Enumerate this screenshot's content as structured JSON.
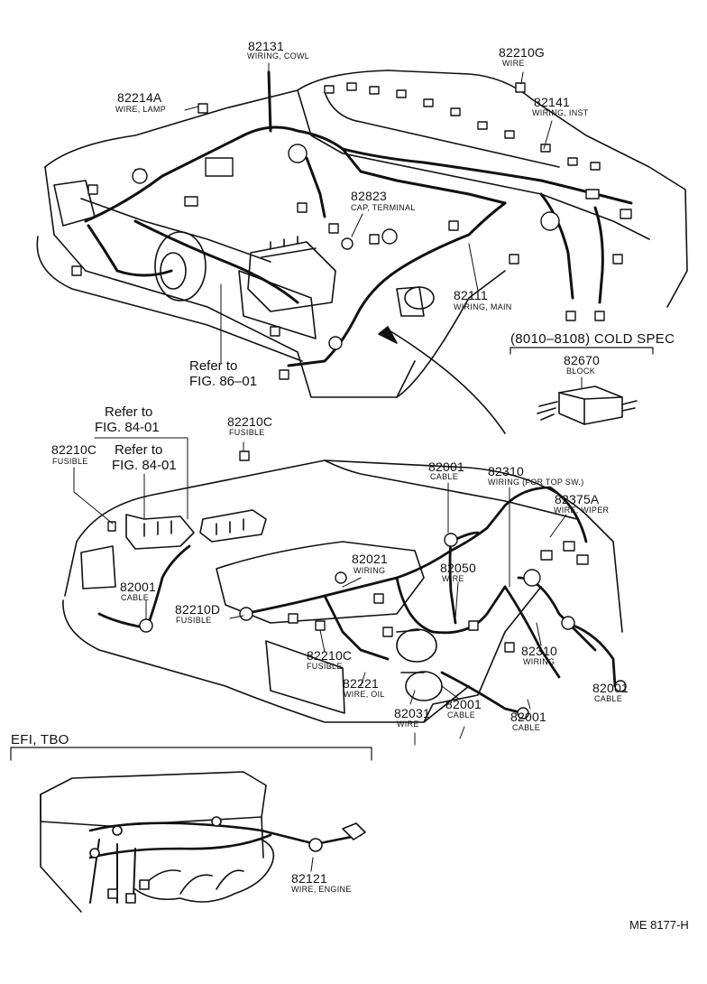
{
  "diagram": {
    "drawing_id": "ME 8177-H",
    "top_view": {
      "callouts": {
        "c82131": {
          "part_no": "82131",
          "desc": "WIRING, COWL"
        },
        "c82214A": {
          "part_no": "82214A",
          "desc": "WIRE, LAMP"
        },
        "c82210G": {
          "part_no": "82210G",
          "desc": "WIRE"
        },
        "c82141": {
          "part_no": "82141",
          "desc": "WIRING, INST"
        },
        "c82823": {
          "part_no": "82823",
          "desc": "CAP, TERMINAL"
        },
        "c82111": {
          "part_no": "82111",
          "desc": "WIRING, MAIN"
        }
      },
      "refer": {
        "line1": "Refer to",
        "line2": "FIG. 86–01"
      }
    },
    "cold_spec": {
      "title": "(8010–8108)  COLD SPEC",
      "part_no": "82670",
      "desc": "BLOCK"
    },
    "engine_view": {
      "refer_a": {
        "line1": "Refer to",
        "line2": "FIG. 84-01"
      },
      "refer_b": {
        "line1": "Refer to",
        "line2": "FIG. 84-01"
      },
      "callouts": {
        "c82210C_a": {
          "part_no": "82210C",
          "desc": "FUSIBLE"
        },
        "c82210C_b": {
          "part_no": "82210C",
          "desc": "FUSIBLE"
        },
        "c82001_a": {
          "part_no": "82001",
          "desc": "CABLE"
        },
        "c82310_a": {
          "part_no": "82310",
          "desc": "WIRING (FOR TOP SW.)"
        },
        "c82375A": {
          "part_no": "82375A",
          "desc": "WIRE, WIPER"
        },
        "c82021": {
          "part_no": "82021",
          "desc": "WIRING"
        },
        "c82050": {
          "part_no": "82050",
          "desc": "WIRE"
        },
        "c82001_b": {
          "part_no": "82001",
          "desc": "CABLE"
        },
        "c82210D": {
          "part_no": "82210D",
          "desc": "FUSIBLE"
        },
        "c82210C_c": {
          "part_no": "82210C",
          "desc": "FUSIBLE"
        },
        "c82221": {
          "part_no": "82221",
          "desc": "WIRE, OIL"
        },
        "c82310_b": {
          "part_no": "82310",
          "desc": "WIRING"
        },
        "c82001_c": {
          "part_no": "82001",
          "desc": "CABLE"
        },
        "c82031": {
          "part_no": "82031",
          "desc": "WIRE"
        },
        "c82001_d": {
          "part_no": "82001",
          "desc": "CABLE"
        },
        "c82001_e": {
          "part_no": "82001",
          "desc": "CABLE"
        }
      }
    },
    "efi_view": {
      "title": "EFI, TBO",
      "callouts": {
        "c82121": {
          "part_no": "82121",
          "desc": "WIRE, ENGINE"
        }
      }
    }
  }
}
